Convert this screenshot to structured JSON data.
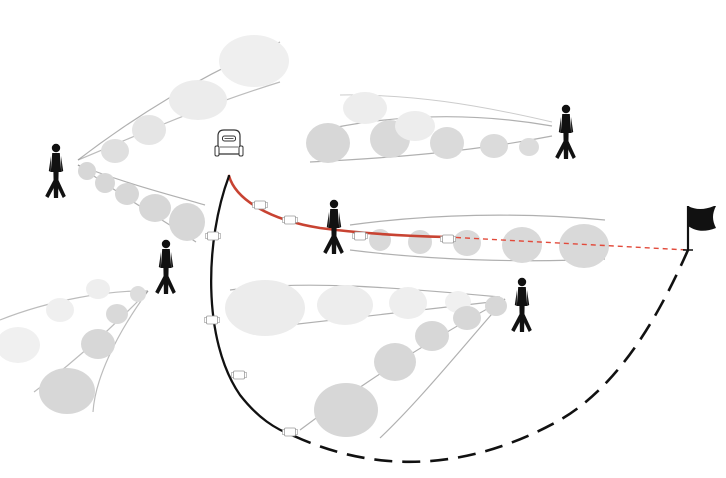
{
  "scene": {
    "type": "robot-crowd-navigation-illustration",
    "colors": {
      "background": "#ffffff",
      "pedestrian": "#111111",
      "occupancy_light": "#ebebeb",
      "occupancy_mid": "#d2d2d2",
      "occupancy_stroke": "#8f8f8f",
      "path_direct": "#c84332",
      "path_detour": "#111111",
      "path_dashed_red": "#e24a3b",
      "flag": "#111111"
    },
    "icons": [
      "robot-icon",
      "flag-icon",
      "pedestrian-icon"
    ],
    "paths": [
      {
        "name": "direct-route",
        "color": "red",
        "segments": [
          "solid",
          "dashed"
        ]
      },
      {
        "name": "detour-route",
        "color": "black",
        "segments": [
          "solid",
          "dashed"
        ]
      }
    ]
  }
}
